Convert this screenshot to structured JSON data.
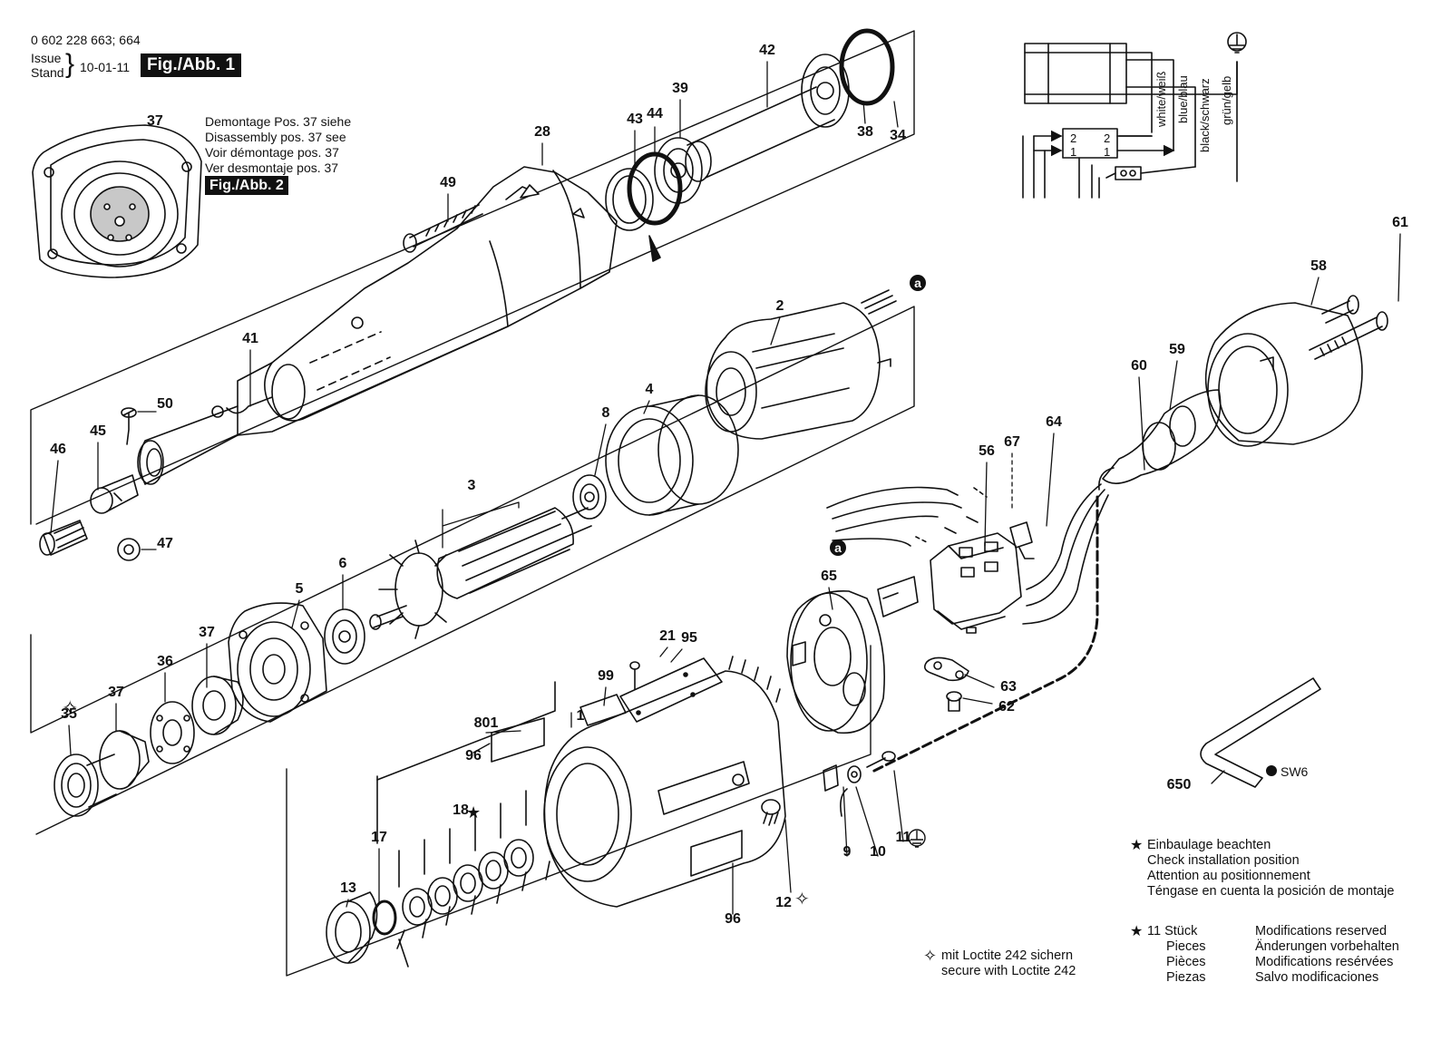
{
  "header": {
    "part_numbers": "0 602 228 663; 664",
    "issue_label": "Issue",
    "stand_label": "Stand",
    "date": "10-01-11",
    "fig_main": "Fig./Abb. 1"
  },
  "inset": {
    "part_label": "37",
    "notes": [
      "Demontage Pos. 37 siehe",
      "Disassembly pos. 37 see",
      "Voir démontage pos. 37",
      "Ver desmontaje pos. 37"
    ],
    "fig_ref": "Fig./Abb. 2"
  },
  "wiring": {
    "wire_labels": [
      "white/weiß",
      "blue/blau",
      "black/schwarz",
      "grün/gelb"
    ],
    "terminal_labels": [
      "2",
      "2",
      "1",
      "1"
    ]
  },
  "callouts": [
    {
      "id": "42"
    },
    {
      "id": "39"
    },
    {
      "id": "43"
    },
    {
      "id": "44"
    },
    {
      "id": "38"
    },
    {
      "id": "34"
    },
    {
      "id": "28"
    },
    {
      "id": "49"
    },
    {
      "id": "41"
    },
    {
      "id": "50"
    },
    {
      "id": "45"
    },
    {
      "id": "46"
    },
    {
      "id": "47"
    },
    {
      "id": "2"
    },
    {
      "id": "4"
    },
    {
      "id": "8"
    },
    {
      "id": "3"
    },
    {
      "id": "6"
    },
    {
      "id": "5"
    },
    {
      "id": "37"
    },
    {
      "id": "36"
    },
    {
      "id": "37"
    },
    {
      "id": "35"
    },
    {
      "id": "61"
    },
    {
      "id": "58"
    },
    {
      "id": "59"
    },
    {
      "id": "60"
    },
    {
      "id": "64"
    },
    {
      "id": "67"
    },
    {
      "id": "56"
    },
    {
      "id": "65"
    },
    {
      "id": "63"
    },
    {
      "id": "62"
    },
    {
      "id": "21"
    },
    {
      "id": "95"
    },
    {
      "id": "99"
    },
    {
      "id": "801"
    },
    {
      "id": "1"
    },
    {
      "id": "96"
    },
    {
      "id": "18"
    },
    {
      "id": "17"
    },
    {
      "id": "13"
    },
    {
      "id": "12"
    },
    {
      "id": "96"
    },
    {
      "id": "9"
    },
    {
      "id": "10"
    },
    {
      "id": "11"
    },
    {
      "id": "650"
    }
  ],
  "wire_end_marker": "a",
  "tool": {
    "size_label": "SW6"
  },
  "legend": {
    "install_lines": [
      "Einbaulage beachten",
      "Check installation position",
      "Attention au positionnement",
      "Téngase en cuenta la posición de montaje"
    ],
    "loctite_lines": [
      "mit Loctite 242 sichern",
      "secure with Loctite 242"
    ],
    "count_lines": [
      "11 Stück",
      "Pieces",
      "Pièces",
      "Piezas"
    ],
    "mod_lines": [
      "Modifications reserved",
      "Änderungen vorbehalten",
      "Modifications resérvées",
      "Salvo modificaciones"
    ]
  }
}
